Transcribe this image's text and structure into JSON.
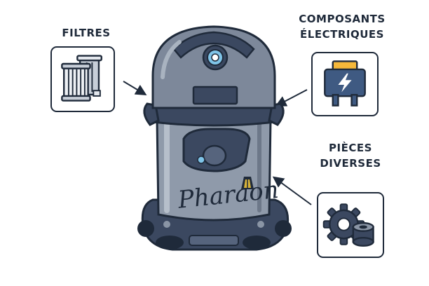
{
  "labels": {
    "filters": "FILTRES",
    "electrical_line1": "COMPOSANTS",
    "electrical_line2": "ÉLECTRIQUES",
    "misc_line1": "PIÈCES",
    "misc_line2": "DIVERSES"
  },
  "logo_text": "Pharaon",
  "colors": {
    "outline": "#1f2a3a",
    "body_grey": "#8a95a5",
    "dark_navy": "#3b4860",
    "lens_blue": "#7fc4e8",
    "fuse_yellow": "#f5b83a",
    "fuse_blue": "#3f5a82",
    "logo_gold": "#d6b23a"
  },
  "icons": {
    "filters": "filter-cartridges-icon",
    "electrical": "electrical-component-icon",
    "misc": "gear-and-bushing-icon"
  }
}
